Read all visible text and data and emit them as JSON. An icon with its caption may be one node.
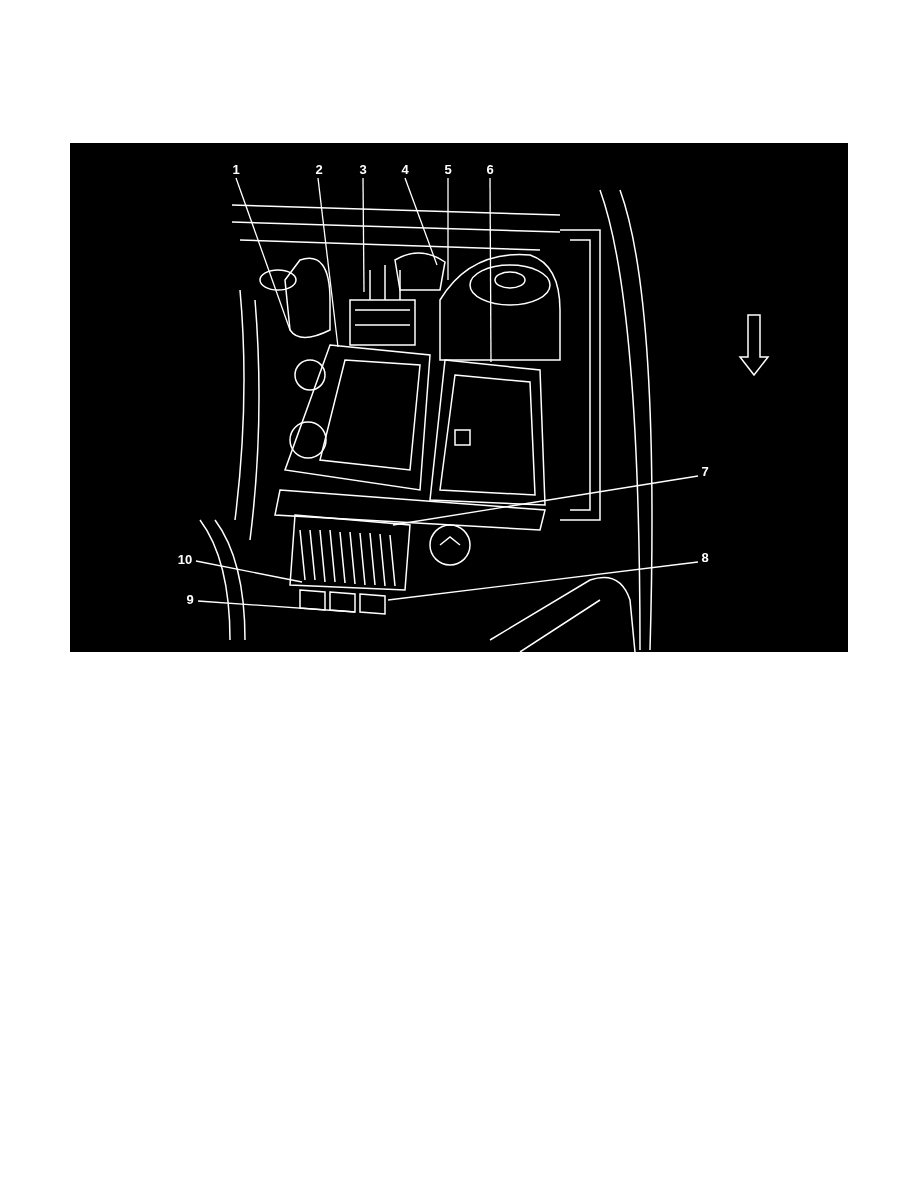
{
  "diagram": {
    "nodes": [
      {
        "text": [
          "1"
        ]
      },
      {
        "text": [
          "2"
        ]
      },
      {
        "text": [
          "3"
        ]
      },
      {
        "text": [
          "4"
        ]
      },
      {
        "text": [
          "5"
        ]
      },
      {
        "text": [
          "6"
        ]
      },
      {
        "text": [
          "7"
        ]
      },
      {
        "text": [
          "8"
        ]
      },
      {
        "text": [
          "9"
        ]
      },
      {
        "text": [
          "10"
        ]
      }
    ],
    "edges": [
      {
        "from": 0,
        "to": null,
        "arrow": "none"
      },
      {
        "from": 1,
        "to": null,
        "arrow": "none"
      },
      {
        "from": 2,
        "to": null,
        "arrow": "none"
      },
      {
        "from": 3,
        "to": null,
        "arrow": "none"
      },
      {
        "from": 4,
        "to": null,
        "arrow": "none"
      },
      {
        "from": 5,
        "to": null,
        "arrow": "none"
      },
      {
        "from": 6,
        "to": null,
        "arrow": "none"
      },
      {
        "from": 7,
        "to": null,
        "arrow": "none"
      },
      {
        "from": 8,
        "to": null,
        "arrow": "none"
      },
      {
        "from": 9,
        "to": null,
        "arrow": "none"
      }
    ]
  }
}
